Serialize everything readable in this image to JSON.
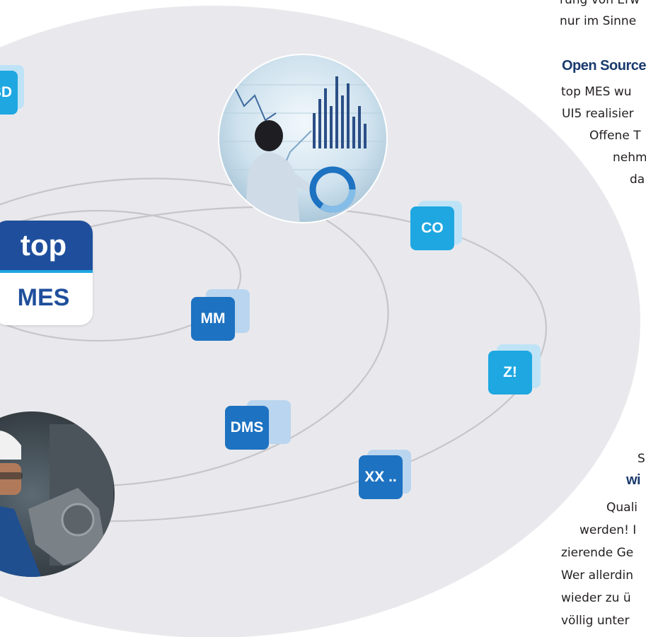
{
  "logo": {
    "line1": "top",
    "line2": "MES"
  },
  "tags": {
    "sd": "SD",
    "co": "CO",
    "mm": "MM",
    "z": "Z!",
    "dms": "DMS",
    "xx": "XX .."
  },
  "right_text": {
    "top_line1": "rung von Erw",
    "top_line2": "nur im Sinne",
    "heading1": "Open Source",
    "para1": [
      "top MES wu",
      "UI5 realisier",
      "Offene T",
      "nehm",
      "da"
    ],
    "heading2_pre": "S",
    "heading2": "wi",
    "para2": [
      "Quali",
      "werden! I",
      "zierende Ge",
      "Wer allerdin",
      "wieder zu ü",
      "völlig unter"
    ]
  },
  "colors": {
    "ellipse": "#e9e9ed",
    "orbit": "#c6c6ca",
    "tag_light": "#1ea7e1",
    "tag_dark": "#1d72c1",
    "logo_blue": "#1f4f9c"
  }
}
